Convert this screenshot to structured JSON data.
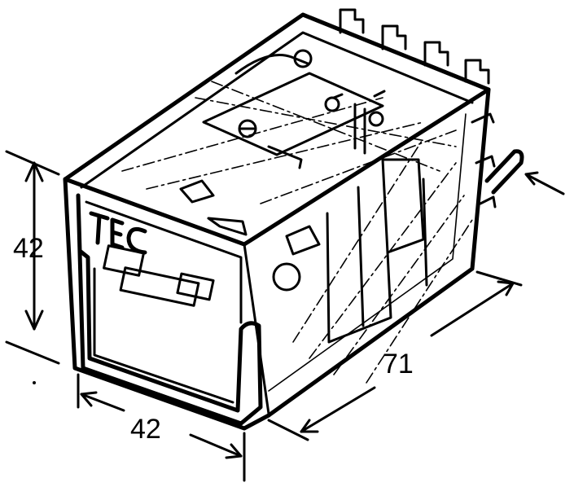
{
  "diagram": {
    "brand": "TEC",
    "dimensions": {
      "height": "42",
      "width": "42",
      "depth": "71"
    }
  }
}
